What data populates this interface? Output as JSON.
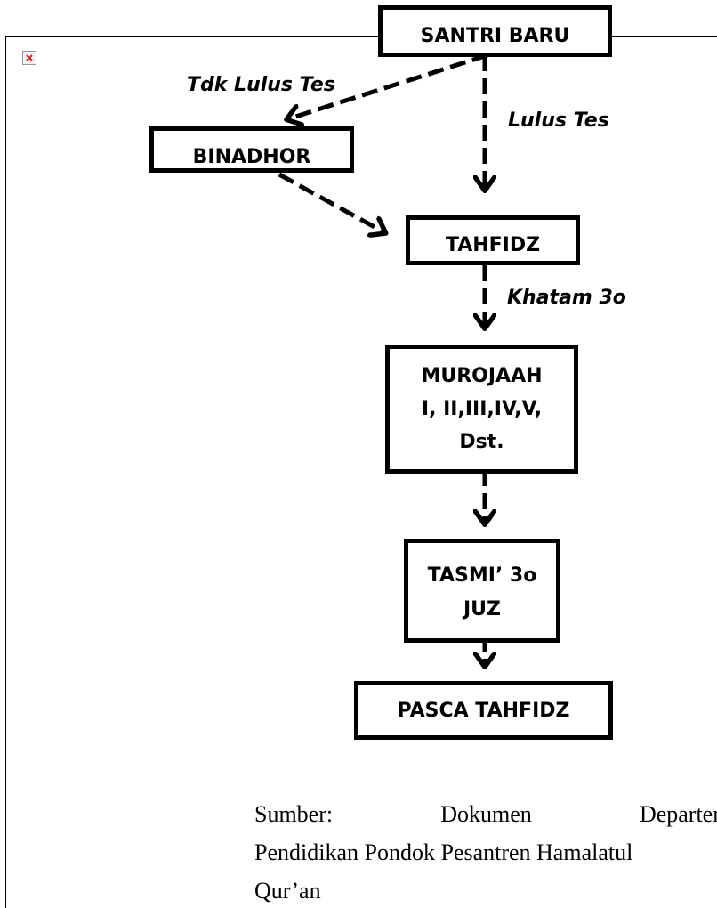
{
  "diagram": {
    "nodes": {
      "santri_baru": {
        "label": "SANTRI BARU"
      },
      "binadhor": {
        "label": "BINADHOR"
      },
      "tahfidz": {
        "label": "TAHFIDZ"
      },
      "murojaah": {
        "lines": [
          "MUROJAAH",
          "I, II,III,IV,V,",
          "Dst."
        ]
      },
      "tasmi": {
        "lines": [
          "TASMI’ 3o",
          "JUZ"
        ]
      },
      "pasca_tahfidz": {
        "label": "PASCA TAHFIDZ"
      }
    },
    "edges": [
      {
        "from": "santri_baru",
        "to": "binadhor",
        "label": "Tdk Lulus Tes",
        "style": "dashed"
      },
      {
        "from": "santri_baru",
        "to": "tahfidz",
        "label": "Lulus Tes",
        "style": "dashed"
      },
      {
        "from": "binadhor",
        "to": "tahfidz",
        "label": "",
        "style": "dashed"
      },
      {
        "from": "tahfidz",
        "to": "murojaah",
        "label": "Khatam 3o",
        "style": "dashed"
      },
      {
        "from": "murojaah",
        "to": "tasmi",
        "label": "",
        "style": "dashed"
      },
      {
        "from": "tasmi",
        "to": "pasca_tahfidz",
        "label": "",
        "style": "dashed"
      }
    ],
    "edge_labels": {
      "tdk_lulus_tes": "Tdk Lulus Tes",
      "lulus_tes": "Lulus Tes",
      "khatam": "Khatam 3o"
    }
  },
  "broken_image": {
    "icon": "broken-image-icon",
    "color": "#e02020"
  },
  "source_note": {
    "line1_words": [
      "Sumber:",
      "Dokumen",
      "Departemen"
    ],
    "line2": "Pendidikan Pondok Pesantren Hamalatul",
    "line3": "Qur’an"
  },
  "colors": {
    "stroke": "#000000",
    "background": "#ffffff"
  }
}
